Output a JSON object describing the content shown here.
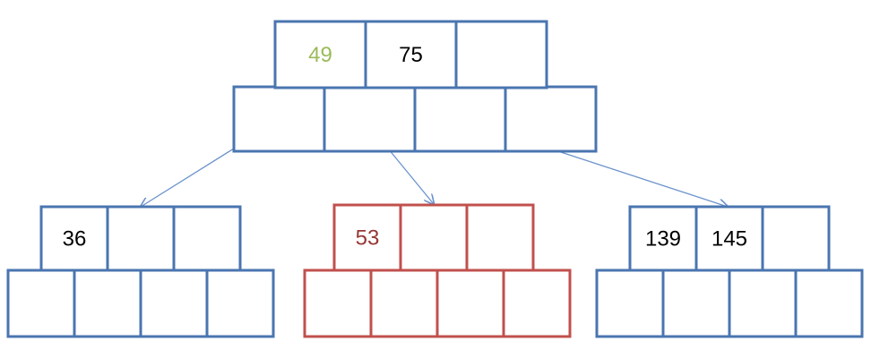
{
  "colors": {
    "blue_border": "#4a75b0",
    "red_border": "#c0504d",
    "green_text": "#9bbb59",
    "red_text": "#953735",
    "black_text": "#000000",
    "arrow": "#6b93cc"
  },
  "nodes": [
    {
      "id": "root",
      "border": "blue",
      "keys": [
        {
          "text": "49",
          "color": "green"
        },
        {
          "text": "75",
          "color": "black"
        },
        {
          "text": "",
          "color": "black"
        }
      ],
      "pointer_count": 4
    },
    {
      "id": "left-child",
      "border": "blue",
      "keys": [
        {
          "text": "36",
          "color": "black"
        },
        {
          "text": "",
          "color": "black"
        },
        {
          "text": "",
          "color": "black"
        }
      ],
      "pointer_count": 4
    },
    {
      "id": "middle-child",
      "border": "red",
      "keys": [
        {
          "text": "53",
          "color": "red"
        },
        {
          "text": "",
          "color": "black"
        },
        {
          "text": "",
          "color": "black"
        }
      ],
      "pointer_count": 4
    },
    {
      "id": "right-child",
      "border": "blue",
      "keys": [
        {
          "text": "139",
          "color": "black"
        },
        {
          "text": "145",
          "color": "black"
        },
        {
          "text": "",
          "color": "black"
        }
      ],
      "pointer_count": 4
    }
  ],
  "edges": [
    {
      "from": "root",
      "pointer": 0,
      "to": "left-child"
    },
    {
      "from": "root",
      "pointer": 1,
      "to": "middle-child"
    },
    {
      "from": "root",
      "pointer": 2,
      "to": "right-child"
    }
  ]
}
